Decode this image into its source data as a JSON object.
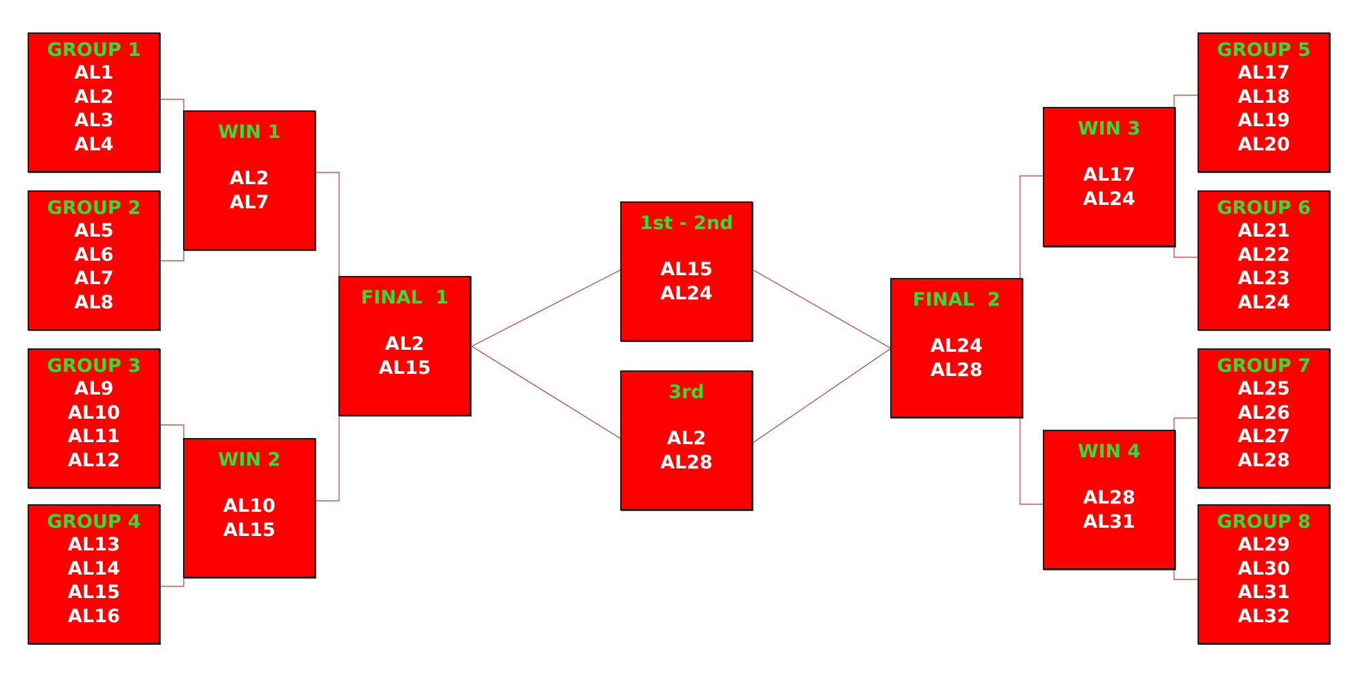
{
  "accent_colors": {
    "box_fill": "#ff0000",
    "title_text": "#33dd33",
    "entry_text": "#ffffff",
    "connector": "#c0392b"
  },
  "groups": [
    {
      "title": "GROUP 1",
      "entries": [
        "AL1",
        "AL2",
        "AL3",
        "AL4"
      ]
    },
    {
      "title": "GROUP 2",
      "entries": [
        "AL5",
        "AL6",
        "AL7",
        "AL8"
      ]
    },
    {
      "title": "GROUP 3",
      "entries": [
        "AL9",
        "AL10",
        "AL11",
        "AL12"
      ]
    },
    {
      "title": "GROUP 4",
      "entries": [
        "AL13",
        "AL14",
        "AL15",
        "AL16"
      ]
    },
    {
      "title": "GROUP 5",
      "entries": [
        "AL17",
        "AL18",
        "AL19",
        "AL20"
      ]
    },
    {
      "title": "GROUP 6",
      "entries": [
        "AL21",
        "AL22",
        "AL23",
        "AL24"
      ]
    },
    {
      "title": "GROUP 7",
      "entries": [
        "AL25",
        "AL26",
        "AL27",
        "AL28"
      ]
    },
    {
      "title": "GROUP 8",
      "entries": [
        "AL29",
        "AL30",
        "AL31",
        "AL32"
      ]
    }
  ],
  "wins": [
    {
      "title": "WIN 1",
      "entries": [
        "AL2",
        "AL7"
      ]
    },
    {
      "title": "WIN 2",
      "entries": [
        "AL10",
        "AL15"
      ]
    },
    {
      "title": "WIN 3",
      "entries": [
        "AL17",
        "AL24"
      ]
    },
    {
      "title": "WIN 4",
      "entries": [
        "AL28",
        "AL31"
      ]
    }
  ],
  "finals": [
    {
      "title": "FINAL  1",
      "entries": [
        "AL2",
        "AL15"
      ]
    },
    {
      "title": "FINAL  2",
      "entries": [
        "AL24",
        "AL28"
      ]
    }
  ],
  "placement": [
    {
      "title": "1st - 2nd",
      "entries": [
        "AL15",
        "AL24"
      ]
    },
    {
      "title": "3rd",
      "entries": [
        "AL2",
        "AL28"
      ]
    }
  ]
}
